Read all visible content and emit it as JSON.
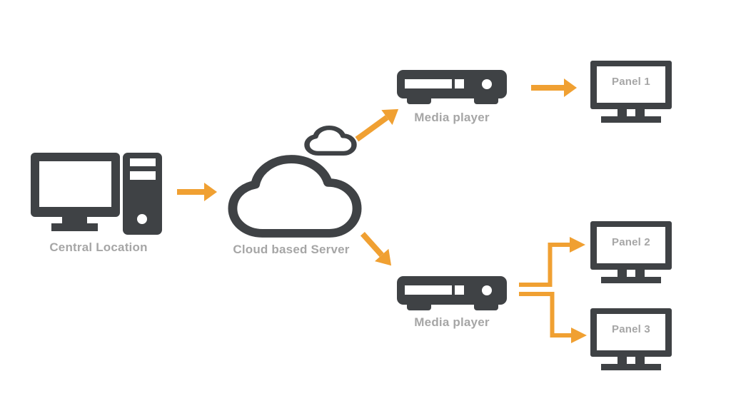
{
  "diagram": {
    "type": "digital-signage-network-architecture",
    "background": "#ffffff"
  },
  "colors": {
    "icon_dark": "#3f4245",
    "label_gray": "#a6a6a6",
    "arrow_orange": "#f0a032"
  },
  "nodes": {
    "central": {
      "label": "Central Location",
      "icon": "desktop-computer-icon"
    },
    "cloud": {
      "label": "Cloud based Server",
      "icon": "cloud-icon",
      "secondary_icon": "small-cloud-icon"
    },
    "media_player_top": {
      "label": "Media player",
      "icon": "media-player-icon"
    },
    "media_player_bottom": {
      "label": "Media player",
      "icon": "media-player-icon"
    },
    "panel_1": {
      "label": "Panel 1",
      "icon": "monitor-icon"
    },
    "panel_2": {
      "label": "Panel 2",
      "icon": "monitor-icon"
    },
    "panel_3": {
      "label": "Panel 3",
      "icon": "monitor-icon"
    }
  },
  "connections": [
    {
      "from": "central",
      "to": "cloud",
      "style": "straight-arrow-right"
    },
    {
      "from": "cloud",
      "to": "media_player_top",
      "style": "diagonal-arrow-up-right"
    },
    {
      "from": "cloud",
      "to": "media_player_bottom",
      "style": "diagonal-arrow-down-right"
    },
    {
      "from": "media_player_top",
      "to": "panel_1",
      "style": "straight-arrow-right"
    },
    {
      "from": "media_player_bottom",
      "to": "panel_2",
      "style": "elbow-arrow-up-right"
    },
    {
      "from": "media_player_bottom",
      "to": "panel_3",
      "style": "elbow-arrow-down-right"
    }
  ]
}
